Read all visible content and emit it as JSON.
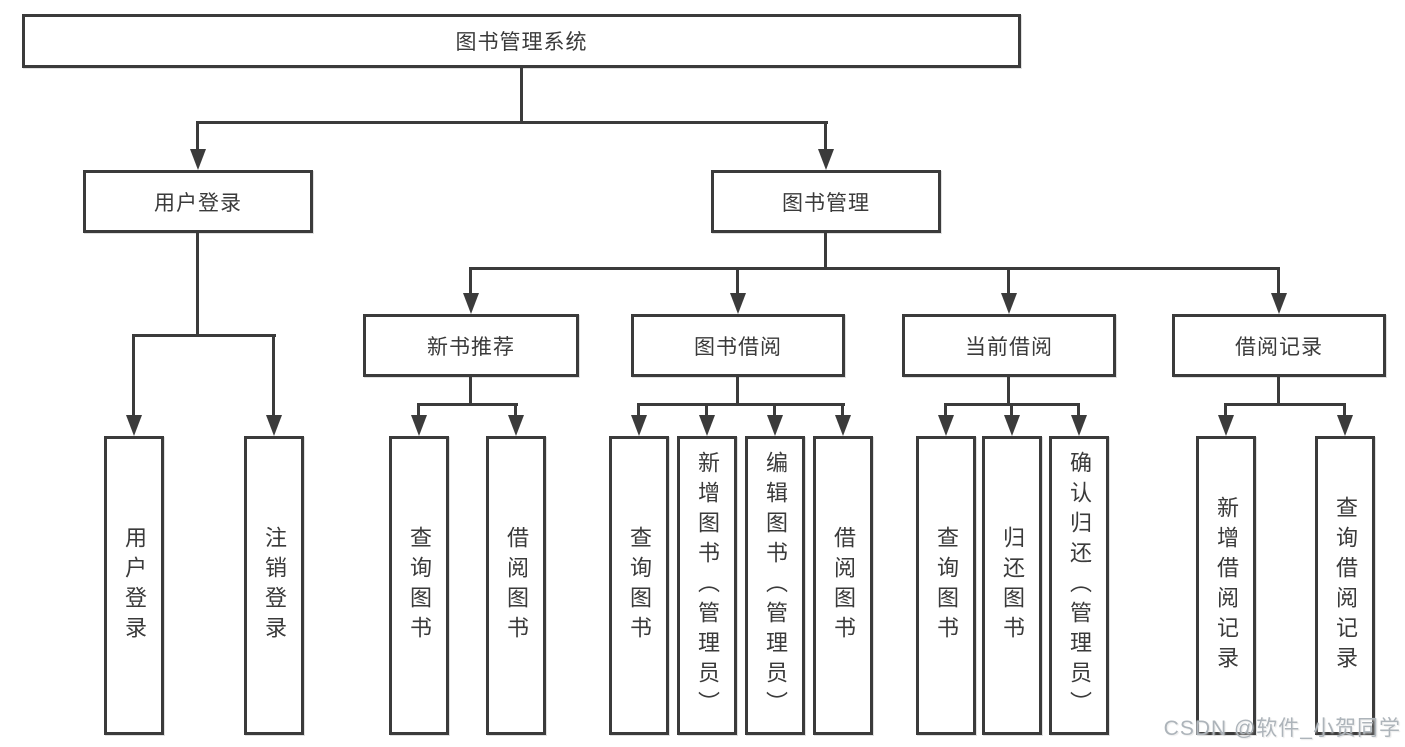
{
  "diagram": {
    "root": {
      "label": "图书管理系统"
    },
    "level2": [
      {
        "label": "用户登录"
      },
      {
        "label": "图书管理"
      }
    ],
    "level3": [
      {
        "label": "新书推荐"
      },
      {
        "label": "图书借阅"
      },
      {
        "label": "当前借阅"
      },
      {
        "label": "借阅记录"
      }
    ],
    "leaves": {
      "user_login": [
        {
          "label": "用户登录"
        },
        {
          "label": "注销登录"
        }
      ],
      "new_books": [
        {
          "label": "查询图书"
        },
        {
          "label": "借阅图书"
        }
      ],
      "book_borrow": [
        {
          "label": "查询图书"
        },
        {
          "label": "新增图书（管理员）"
        },
        {
          "label": "编辑图书（管理员）"
        },
        {
          "label": "借阅图书"
        }
      ],
      "current_borrow": [
        {
          "label": "查询图书"
        },
        {
          "label": "归还图书"
        },
        {
          "label": "确认归还（管理员）"
        }
      ],
      "borrow_records": [
        {
          "label": "新增借阅记录"
        },
        {
          "label": "查询借阅记录"
        }
      ]
    }
  },
  "watermark": "CSDN @软件_小贺同学",
  "colors": {
    "line": "#3b3b3b",
    "box_background": "#ffffff",
    "text": "#3a3a3a",
    "watermark": "#adb4ba"
  }
}
